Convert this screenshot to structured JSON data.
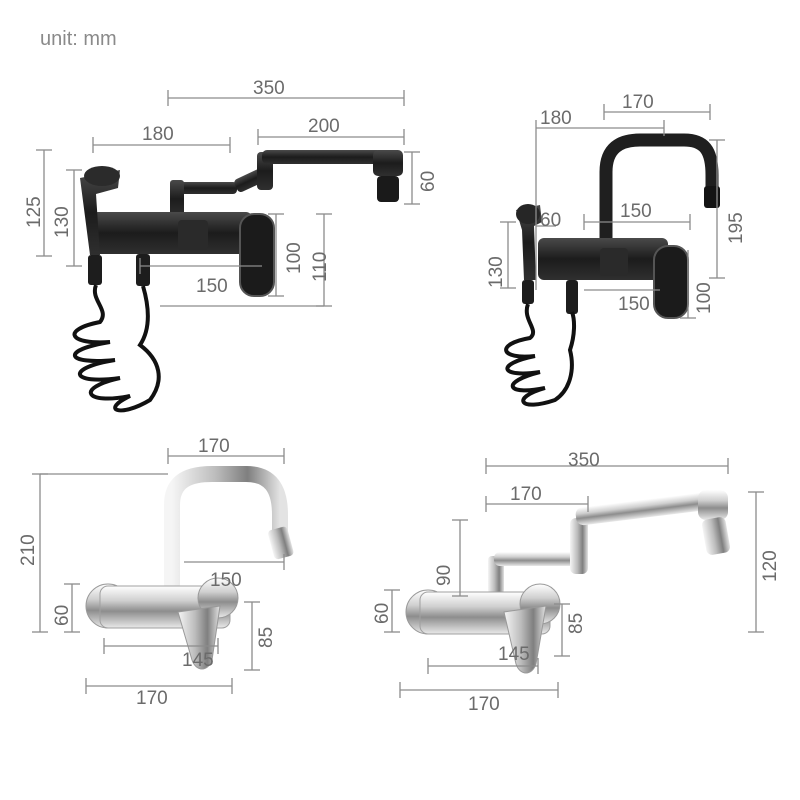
{
  "unit_label": "unit: mm",
  "colors": {
    "dimension": "#8c8c8c",
    "dimension_text": "#6b6b6b",
    "black_finish": "#1f1f1f",
    "chrome_light": "#f2f2f2",
    "chrome_dark": "#8d8d8d"
  },
  "diagrams": [
    {
      "name": "black-swing-arm-faucet-with-sprayer",
      "dimensions": [
        "350",
        "180",
        "200",
        "60",
        "125",
        "130",
        "100",
        "110",
        "150"
      ]
    },
    {
      "name": "black-gooseneck-faucet-with-sprayer",
      "dimensions": [
        "170",
        "180",
        "60",
        "150",
        "195",
        "130",
        "100",
        "150"
      ]
    },
    {
      "name": "chrome-gooseneck-faucet",
      "dimensions": [
        "170",
        "210",
        "150",
        "60",
        "85",
        "145",
        "170"
      ]
    },
    {
      "name": "chrome-swing-arm-faucet",
      "dimensions": [
        "350",
        "170",
        "90",
        "120",
        "60",
        "85",
        "145",
        "170"
      ]
    }
  ]
}
